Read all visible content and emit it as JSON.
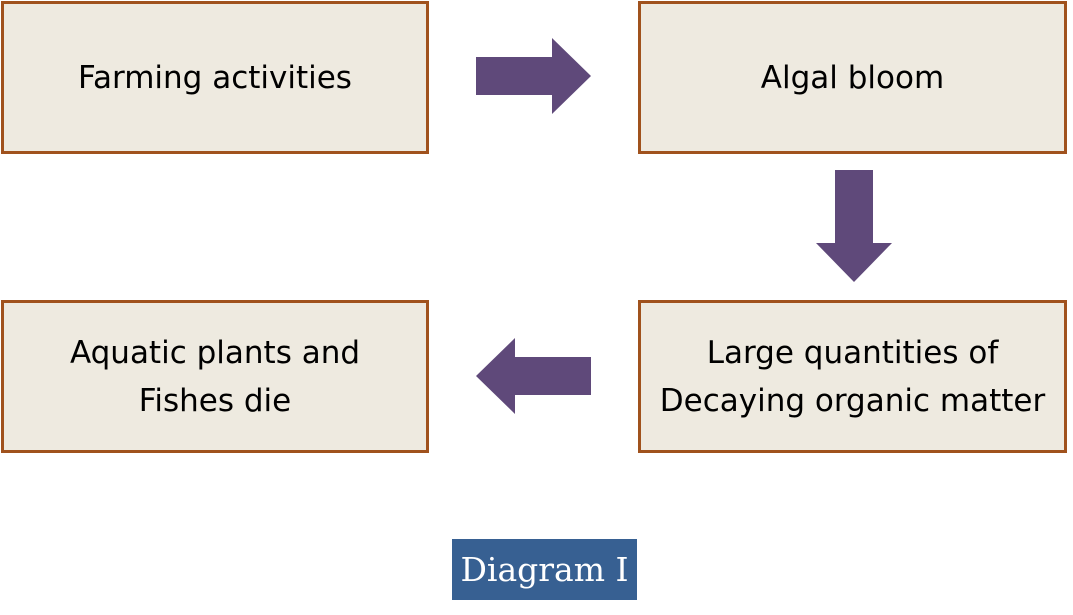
{
  "colors": {
    "box_fill": "#eeeae0",
    "box_border": "#a0521d",
    "arrow": "#5f497a",
    "caption_fill": "#376092",
    "caption_text": "#ffffff"
  },
  "boxes": [
    {
      "label": "Farming activities"
    },
    {
      "label": "Algal bloom"
    },
    {
      "label": "Large quantities of\nDecaying organic matter"
    },
    {
      "label": "Aquatic plants and\nFishes die"
    }
  ],
  "arrows": [
    {
      "from": "Farming activities",
      "to": "Algal bloom",
      "direction": "right"
    },
    {
      "from": "Algal bloom",
      "to": "Large quantities of Decaying organic matter",
      "direction": "down"
    },
    {
      "from": "Large quantities of Decaying organic matter",
      "to": "Aquatic plants and Fishes die",
      "direction": "left"
    }
  ],
  "caption": "Diagram I"
}
